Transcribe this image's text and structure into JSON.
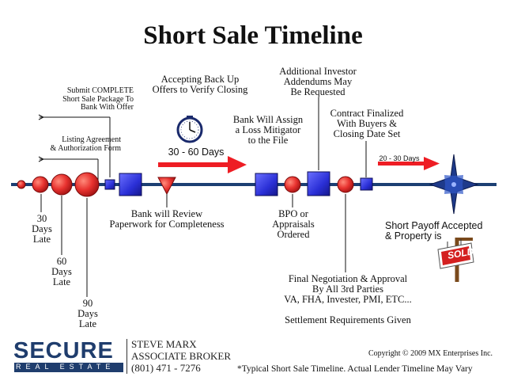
{
  "title": "Short Sale Timeline",
  "labels": {
    "submit_package": "Submit COMPLETE\nShort Sale Package To\nBank With Offer",
    "listing_agreement": "Listing Agreement\n& Authorization Form",
    "late30": "30\nDays\nLate",
    "late60": "60\nDays\nLate",
    "late90": "90\nDays\nLate",
    "accepting_backup": "Accepting Back Up\nOffers to Verify Closing",
    "days_30_60": "30 - 60 Days",
    "bank_review": "Bank will Review\nPaperwork for Completeness",
    "loss_mitigator": "Bank Will Assign\na Loss Mitigator\nto the File",
    "bpo": "BPO or\nAppraisals\nOrdered",
    "addendums": "Additional Investor\nAddendums May\nBe Requested",
    "contract_finalized": "Contract Finalized\nWith Buyers &\nClosing Date Set",
    "days_20_30": "20 - 30 Days",
    "final_negotiation": "Final Negotiation & Approval\nBy All 3rd Parties\nVA, FHA, Invester, PMI, ETC...",
    "settlement": "Settlement Requirements Given",
    "short_payoff": "Short Payoff Accepted\n& Property is",
    "sold_sign": "SOLD"
  },
  "footer": {
    "logo_word": "SECURE",
    "logo_sub": "REAL ESTATE",
    "agent_name": "STEVE MARX",
    "agent_title": "ASSOCIATE BROKER",
    "agent_phone": "(801) 471 - 7276",
    "copyright": "Copyright © 2009 MX Enterprises Inc.",
    "disclaimer": "*Typical Short Sale Timeline. Actual Lender Timeline May Vary"
  },
  "colors": {
    "red": "#e8322f",
    "blue": "#2a2fd6",
    "line": "#1c3f73",
    "arrow": "#ee1d24",
    "star": "#1e3a8a",
    "brand": "#1f3d6d"
  }
}
